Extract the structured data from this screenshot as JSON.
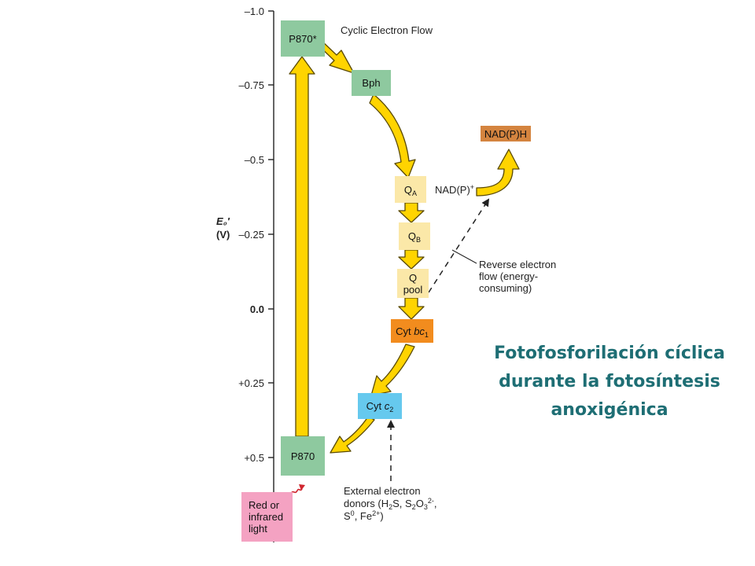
{
  "axis": {
    "name_line1": "E₀′",
    "name_line2": "(V)",
    "ticks": [
      "–1.0",
      "–0.75",
      "–0.5",
      "–0.25",
      "0.0",
      "+0.25",
      "+0.5"
    ]
  },
  "components": {
    "p870_excited": "P870*",
    "bph": "Bph",
    "qa": "Q",
    "qa_sub": "A",
    "qb": "Q",
    "qb_sub": "B",
    "qpool_line1": "Q",
    "qpool_line2": "pool",
    "cytbc1_prefix": "Cyt ",
    "cytbc1_italic": "bc",
    "cytbc1_sub": "1",
    "cytc2_prefix": "Cyt ",
    "cytc2_italic": "c",
    "cytc2_sub": "2",
    "p870": "P870",
    "nadph": "NAD(P)H",
    "light_line1": "Red or",
    "light_line2": "infrared",
    "light_line3": "light"
  },
  "labels": {
    "cyclic_flow": "Cyclic Electron Flow",
    "nadp": "NAD(P)",
    "nadp_sup": "+",
    "reverse_line1": "Reverse electron",
    "reverse_line2": "flow (energy-",
    "reverse_line3": "consuming)",
    "ext_line1": "External electron",
    "ext_line2a": "donors (H",
    "ext_h2s_sub": "2",
    "ext_line2b": "S, S",
    "ext_s2_sub": "2",
    "ext_line2c": "O",
    "ext_o3_sub": "3",
    "ext_o3_sup": "2-",
    "ext_line2d": ",",
    "ext_line3a": "S",
    "ext_s0_sup": "0",
    "ext_line3b": ", Fe",
    "ext_fe_sup": "2+",
    "ext_line3c": ")"
  },
  "title": {
    "line1": "Fotofosforilación cíclica",
    "line2": "durante la fotosíntesis",
    "line3": "anoxigénica"
  },
  "colors": {
    "arrow_fill": "#ffd400",
    "arrow_stroke": "#5a4a00",
    "title": "#1e6e74",
    "photosystem": "#8ec99f",
    "quinone": "#fbe8a8",
    "cyt_bc1": "#f28c1e",
    "cyt_c2": "#66c9ee",
    "nadph": "#d4843f",
    "light": "#f4a2c2",
    "light_wave": "#d0262f"
  }
}
